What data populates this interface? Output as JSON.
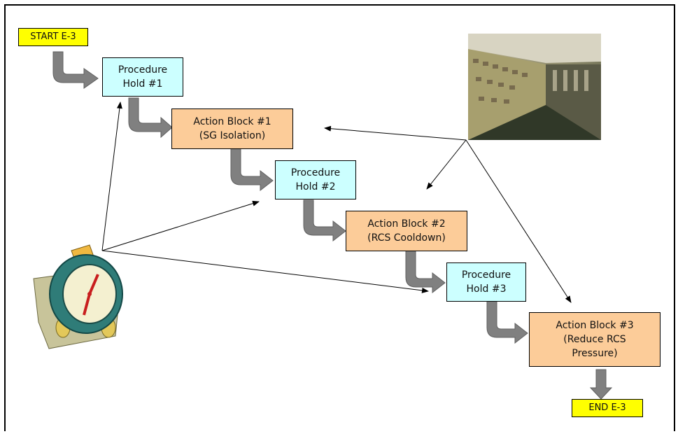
{
  "start": "START E-3",
  "end": "END E-3",
  "holds": [
    "Procedure\nHold #1",
    "Procedure\nHold #2",
    "Procedure\nHold #3"
  ],
  "actions": [
    "Action Block #1\n(SG Isolation)",
    "Action Block #2\n(RCS Cooldown)",
    "Action Block #3\n(Reduce RCS\nPressure)"
  ],
  "images": {
    "control_room": "control-room-photo",
    "alarm_clock": "alarm-clock-clipart"
  },
  "colors": {
    "hold_fill": "#ccffff",
    "action_fill": "#fccc99",
    "terminal_fill": "#ffff00",
    "flow_arrow": "#808080"
  }
}
